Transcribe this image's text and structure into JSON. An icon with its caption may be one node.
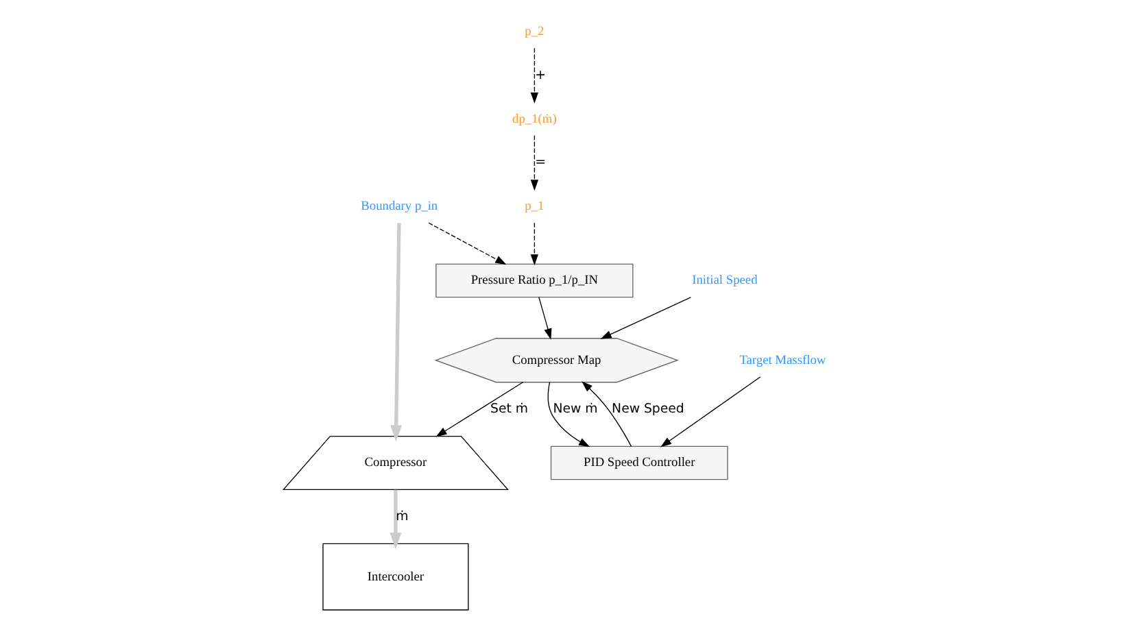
{
  "diagram": {
    "nodes": [
      {
        "text": [
          "Boundary p_in"
        ]
      },
      {
        "text": [
          "Compressor"
        ]
      },
      {
        "text": [
          "Intercooler"
        ]
      },
      {
        "text": [
          "p_1"
        ]
      },
      {
        "text": [
          "p_2"
        ]
      },
      {
        "text": [
          "dp_1(ṁ)"
        ]
      },
      {
        "text": [
          "Compressor Map"
        ]
      },
      {
        "text": [
          "Initial Speed"
        ]
      },
      {
        "text": [
          "PID Speed Controller"
        ]
      },
      {
        "text": [
          "Target Massflow"
        ]
      },
      {
        "text": [
          "Pressure Ratio p_1/p_IN"
        ]
      }
    ],
    "edges": [
      {
        "from": 0,
        "to": 1,
        "arrow": "to",
        "style": "thick",
        "color": "#cccccc"
      },
      {
        "from": 1,
        "to": 2,
        "arrow": "to",
        "label": "ṁ",
        "style": "thick",
        "color": "#cccccc"
      },
      {
        "from": 4,
        "to": 5,
        "arrow": "to",
        "label": "+",
        "style": "dashed"
      },
      {
        "from": 5,
        "to": 3,
        "arrow": "to",
        "label": "=",
        "style": "dashed"
      },
      {
        "from": 0,
        "to": 10,
        "arrow": "to",
        "style": "dashed"
      },
      {
        "from": 3,
        "to": 10,
        "arrow": "to",
        "style": "dashed"
      },
      {
        "from": 6,
        "to": 1,
        "arrow": "to",
        "label": "Set ṁ"
      },
      {
        "from": 6,
        "to": 8,
        "arrow": "to",
        "label": "New ṁ"
      },
      {
        "from": 7,
        "to": 6,
        "arrow": "to"
      },
      {
        "from": 9,
        "to": 8,
        "arrow": "to"
      },
      {
        "from": 10,
        "to": 6,
        "arrow": "to"
      },
      {
        "from": 8,
        "to": 6,
        "arrow": "to",
        "label": "New Speed"
      }
    ]
  }
}
